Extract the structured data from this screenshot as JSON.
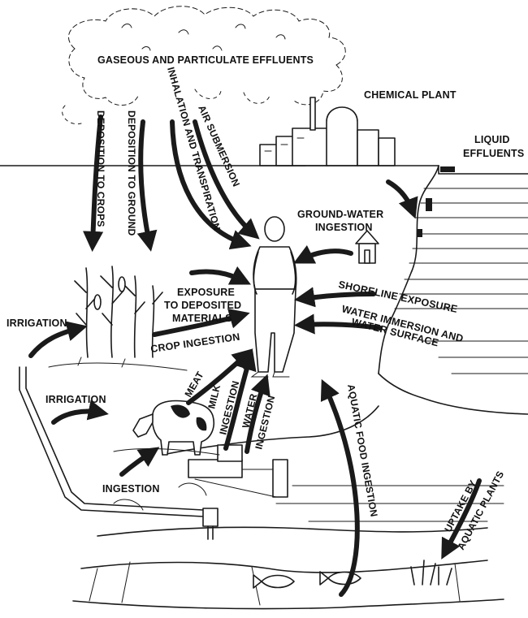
{
  "labels": {
    "effluents_gas": "GASEOUS AND PARTICULATE EFFLUENTS",
    "chemical_plant": "CHEMICAL PLANT",
    "liquid_effluents_1": "LIQUID",
    "liquid_effluents_2": "EFFLUENTS",
    "deposition_crops": "DEPOSITION TO CROPS",
    "deposition_ground": "DEPOSITION TO GROUND",
    "inhalation": "INHALATION AND TRANSPIRATION",
    "air_submersion": "AIR SUBMERSION",
    "groundwater_1": "GROUND-WATER",
    "groundwater_2": "INGESTION",
    "exposure_1": "EXPOSURE",
    "exposure_2": "TO DEPOSITED",
    "exposure_3": "MATERIALS",
    "shoreline": "SHORELINE EXPOSURE",
    "immersion_1": "WATER IMMERSION AND",
    "immersion_2": "WATER SURFACE",
    "irrigation_top": "IRRIGATION",
    "crop_ingestion": "CROP INGESTION",
    "irrigation_mid": "IRRIGATION",
    "meat": "MEAT",
    "milk_1": "MILK",
    "milk_2": "INGESTION",
    "water_1": "WATER",
    "water_2": "INGESTION",
    "aquatic_food": "AQUATIC FOOD  INGESTION",
    "ingestion": "INGESTION",
    "uptake_1": "UPTAKE BY",
    "uptake_2": "AQUATIC PLANTS"
  },
  "colors": {
    "ink": "#1a1a1a",
    "background": "#ffffff"
  }
}
